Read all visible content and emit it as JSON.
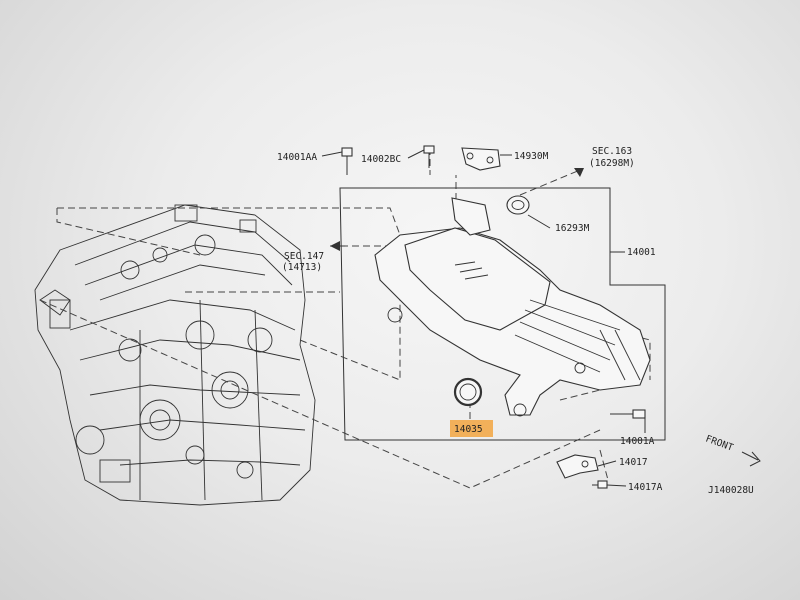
{
  "diagram": {
    "labels": {
      "p14001AA": "14001AA",
      "p14002BC": "14002BC",
      "p14930M": "14930M",
      "sec163": "SEC.163",
      "sec163ref": "(16298M)",
      "p16293M": "16293M",
      "p14001": "14001",
      "sec147": "SEC.147",
      "sec147ref": "(14713)",
      "p14035": "14035",
      "p14001A": "14001A",
      "p14017": "14017",
      "p14017A": "14017A",
      "front": "FRONT",
      "diagram_id": "J140028U"
    },
    "highlight_color": "#f2a440"
  }
}
